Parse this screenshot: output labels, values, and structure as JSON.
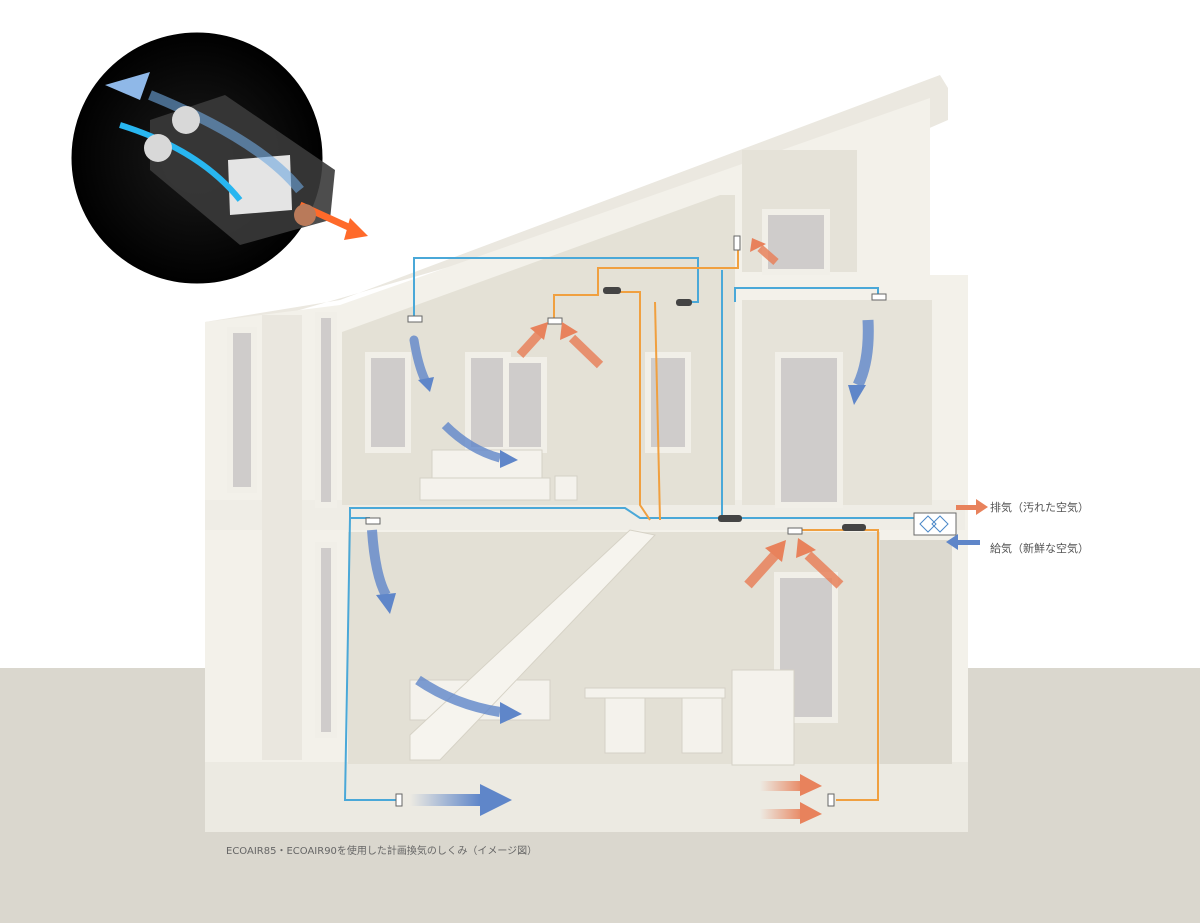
{
  "legend": {
    "exhaust": "排気（汚れた空気）",
    "supply": "給気（新鮮な空気）"
  },
  "caption": "ECOAIR85・ECOAIR90を使用した計画換気のしくみ（イメージ図）",
  "colors": {
    "exhaust_arrow": "#e8825c",
    "supply_arrow": "#5f86c9",
    "supply_duct": "#4aa8d8",
    "exhaust_duct": "#f0a040",
    "wall": "#f1efe7",
    "room": "#e6e3d8",
    "ground": "#d9d6cd",
    "inset_bg": "#000000"
  }
}
